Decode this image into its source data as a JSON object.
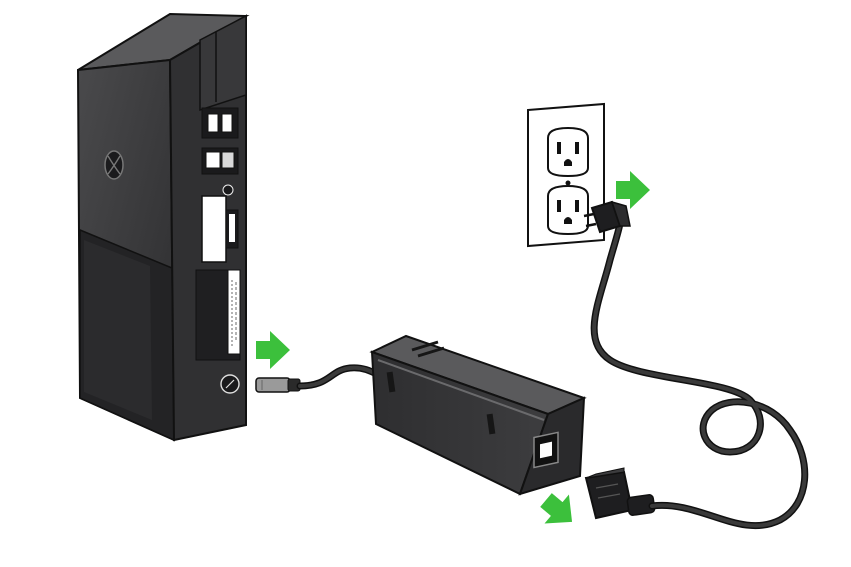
{
  "diagram": {
    "components": [
      {
        "id": "console",
        "icon": "xbox-console-icon"
      },
      {
        "id": "power-brick",
        "icon": "power-supply-icon"
      },
      {
        "id": "wall-outlet",
        "icon": "wall-outlet-icon"
      }
    ],
    "steps": [
      {
        "id": "connect-console",
        "arrow_color": "#3cc03c",
        "direction": "right"
      },
      {
        "id": "connect-outlet",
        "arrow_color": "#3cc03c",
        "direction": "right"
      },
      {
        "id": "connect-brick",
        "arrow_color": "#3cc03c",
        "direction": "down-right"
      }
    ],
    "colors": {
      "device_body": "#3a3a3c",
      "device_dark": "#1f1f21",
      "device_light": "#58585a",
      "outline": "#111111",
      "cable": "#2a2a2a",
      "arrow": "#3cc03c",
      "outlet_plate": "#ffffff"
    }
  }
}
